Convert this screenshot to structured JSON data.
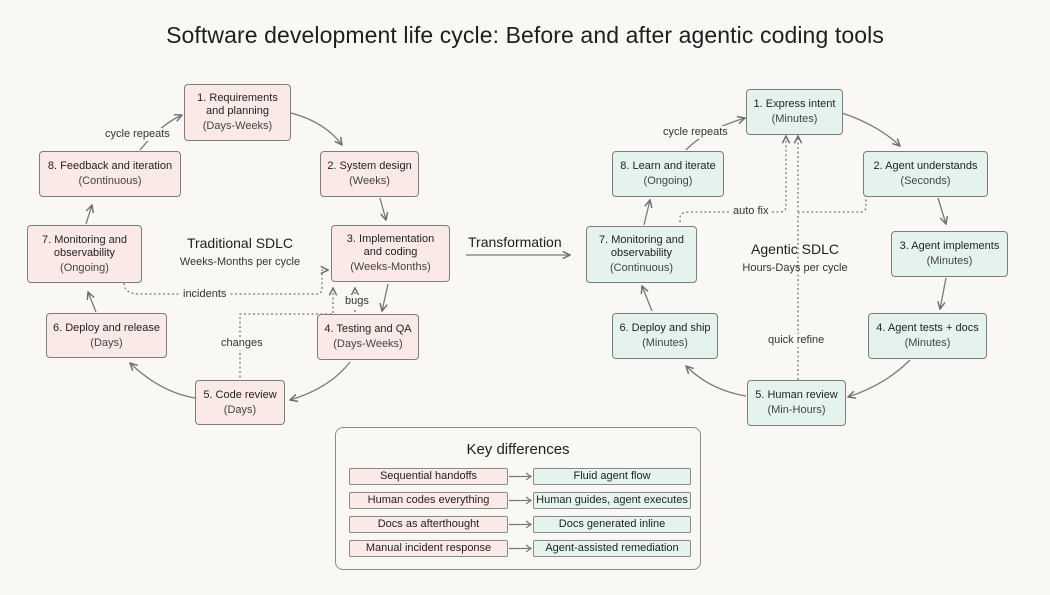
{
  "title": "Software development life cycle: Before and after agentic coding tools",
  "traditional": {
    "title": "Traditional SDLC",
    "subtitle": "Weeks-Months per cycle",
    "nodes": [
      {
        "title": "1. Requirements and planning",
        "duration": "(Days-Weeks)"
      },
      {
        "title": "2. System design",
        "duration": "(Weeks)"
      },
      {
        "title": "3. Implementation and coding",
        "duration": "(Weeks-Months)"
      },
      {
        "title": "4. Testing and QA",
        "duration": "(Days-Weeks)"
      },
      {
        "title": "5. Code review",
        "duration": "(Days)"
      },
      {
        "title": "6. Deploy and release",
        "duration": "(Days)"
      },
      {
        "title": "7. Monitoring and observability",
        "duration": "(Ongoing)"
      },
      {
        "title": "8. Feedback and iteration",
        "duration": "(Continuous)"
      }
    ],
    "labels": {
      "cycle": "cycle repeats",
      "incidents": "incidents",
      "bugs": "bugs",
      "changes": "changes"
    }
  },
  "agentic": {
    "title": "Agentic SDLC",
    "subtitle": "Hours-Days per cycle",
    "nodes": [
      {
        "title": "1. Express intent",
        "duration": "(Minutes)"
      },
      {
        "title": "2. Agent understands",
        "duration": "(Seconds)"
      },
      {
        "title": "3. Agent implements",
        "duration": "(Minutes)"
      },
      {
        "title": "4. Agent tests + docs",
        "duration": "(Minutes)"
      },
      {
        "title": "5. Human review",
        "duration": "(Min-Hours)"
      },
      {
        "title": "6. Deploy and ship",
        "duration": "(Minutes)"
      },
      {
        "title": "7. Monitoring and observability",
        "duration": "(Continuous)"
      },
      {
        "title": "8. Learn and iterate",
        "duration": "(Ongoing)"
      }
    ],
    "labels": {
      "cycle": "cycle repeats",
      "auto_fix": "auto fix",
      "quick_refine": "quick refine"
    }
  },
  "transformation": "Transformation",
  "key": {
    "title": "Key differences",
    "rows": [
      {
        "before": "Sequential handoffs",
        "after": "Fluid agent flow"
      },
      {
        "before": "Human codes everything",
        "after": "Human guides, agent executes"
      },
      {
        "before": "Docs as afterthought",
        "after": "Docs generated inline"
      },
      {
        "before": "Manual incident response",
        "after": "Agent-assisted remediation"
      }
    ]
  },
  "colors": {
    "traditional_fill": "#fbe9e7",
    "agentic_fill": "#e5f3ee",
    "stroke": "#7d7d7d",
    "background": "#faf8f5"
  }
}
